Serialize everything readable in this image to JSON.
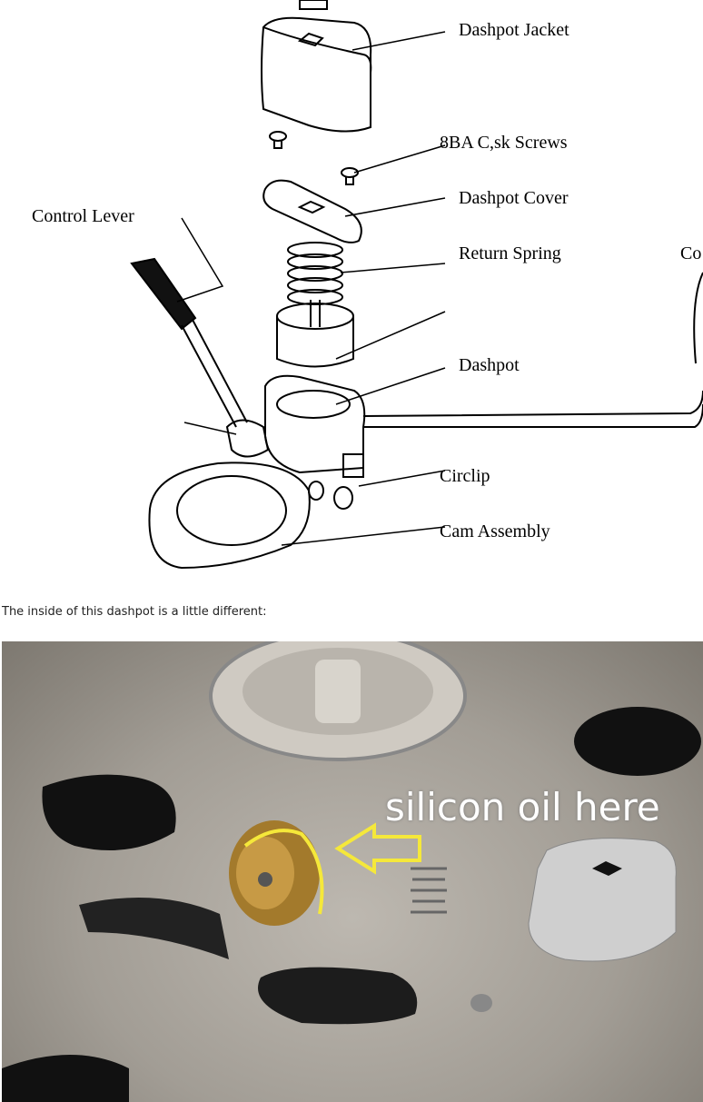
{
  "diagram": {
    "labels": {
      "dashpot_jacket": "Dashpot Jacket",
      "screws": "8BA C,sk Screws",
      "dashpot_cover": "Dashpot Cover",
      "control_lever": "Control Lever",
      "return_spring": "Return Spring",
      "cut_label": "Co",
      "dashpot": "Dashpot",
      "circlip": "Circlip",
      "cam_assembly": "Cam Assembly"
    }
  },
  "caption": "The inside of this dashpot is a little different:",
  "photo": {
    "annotation": "silicon oil here",
    "annotation_color": "#f5e83a"
  }
}
